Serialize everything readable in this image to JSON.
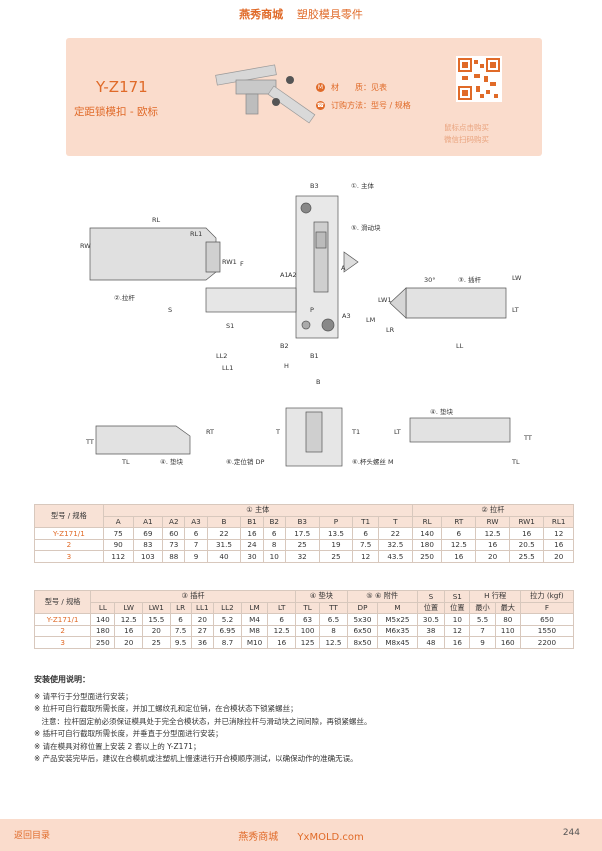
{
  "header": {
    "brand": "燕秀商城",
    "category": "塑胶模具零件"
  },
  "banner": {
    "model": "Y-Z171",
    "name": "定距锁模扣 - 欧标",
    "material_label": "材　　质：",
    "material_value": "见表",
    "order_label": "订购方法：",
    "order_value": "型号 / 规格",
    "qr_caption_1": "鼠标点击购买",
    "qr_caption_2": "微信扫码购买"
  },
  "drawing_labels": {
    "main_body": "①. 主体",
    "pull_rod": "②.拉杆",
    "slider": "⑤. 滑动块",
    "pull_rod_3": "③. 插杆",
    "pad": "④. 垫块",
    "pad_4": "④. 垫块",
    "locate_pin": "⑥.定位销 DP",
    "bolt": "⑥.杯头螺丝 M",
    "angle": "30°"
  },
  "table1": {
    "col_model": "型号 / 规格",
    "group_main": "① 主体",
    "group_rod": "② 拉杆",
    "headers": [
      "A",
      "A1",
      "A2",
      "A3",
      "B",
      "B1",
      "B2",
      "B3",
      "P",
      "T1",
      "T",
      "RL",
      "RT",
      "RW",
      "RW1",
      "RL1"
    ],
    "rows": [
      {
        "model": "Y-Z171/1",
        "vals": [
          "75",
          "69",
          "60",
          "6",
          "22",
          "16",
          "6",
          "17.5",
          "13.5",
          "6",
          "22",
          "140",
          "6",
          "12.5",
          "16",
          "12"
        ]
      },
      {
        "model": "2",
        "vals": [
          "90",
          "83",
          "73",
          "7",
          "31.5",
          "24",
          "8",
          "25",
          "19",
          "7.5",
          "32.5",
          "180",
          "12.5",
          "16",
          "20.5",
          "16"
        ]
      },
      {
        "model": "3",
        "vals": [
          "112",
          "103",
          "88",
          "9",
          "40",
          "30",
          "10",
          "32",
          "25",
          "12",
          "43.5",
          "250",
          "16",
          "20",
          "25.5",
          "20"
        ]
      }
    ]
  },
  "table2": {
    "col_model": "型号 / 规格",
    "group_rod": "③ 插杆",
    "group_pad": "④ 垫块",
    "group_acc": "⑤ ⑥ 附件",
    "col_s": "S",
    "col_s_sub": "位置",
    "col_s1": "S1",
    "col_s1_sub": "位置",
    "group_h": "H 行程",
    "col_min": "最小",
    "col_max": "最大",
    "group_force": "拉力 (kgf)",
    "col_f": "F",
    "headers": [
      "LL",
      "LW",
      "LW1",
      "LR",
      "LL1",
      "LL2",
      "LM",
      "LT",
      "TL",
      "TT",
      "DP",
      "M"
    ],
    "rows": [
      {
        "model": "Y-Z171/1",
        "vals": [
          "140",
          "12.5",
          "15.5",
          "6",
          "20",
          "5.2",
          "M4",
          "6",
          "63",
          "6.5",
          "5x30",
          "M5x25",
          "30.5",
          "10",
          "5.5",
          "80",
          "650"
        ]
      },
      {
        "model": "2",
        "vals": [
          "180",
          "16",
          "20",
          "7.5",
          "27",
          "6.95",
          "M8",
          "12.5",
          "100",
          "8",
          "6x50",
          "M6x35",
          "38",
          "12",
          "7",
          "110",
          "1550"
        ]
      },
      {
        "model": "3",
        "vals": [
          "250",
          "20",
          "25",
          "9.5",
          "36",
          "8.7",
          "M10",
          "16",
          "125",
          "12.5",
          "8x50",
          "M8x45",
          "48",
          "16",
          "9",
          "160",
          "2200"
        ]
      }
    ]
  },
  "notes": {
    "title": "安装使用说明：",
    "items": [
      "※ 请平行于分型面进行安装；",
      "※ 拉杆可自行截取所需长度，并加工螺纹孔和定位销，在合模状态下锁紧螺丝；",
      "　注意：拉杆固定前必须保证模具处于完全合模状态，并已消除拉杆与滑动块之间间隙，再锁紧螺丝。",
      "※ 插杆可自行截取所需长度，并垂直于分型面进行安装；",
      "※ 请在模具对称位置上安装 2 套以上的 Y-Z171；",
      "※ 产品安装完毕后，建议在合模机或注塑机上慢速进行开合模顺序测试，以确保动作的准确无误。"
    ]
  },
  "footer": {
    "back": "返回目录",
    "brand": "燕秀商城",
    "site": "YxMOLD.com",
    "page": "244"
  }
}
